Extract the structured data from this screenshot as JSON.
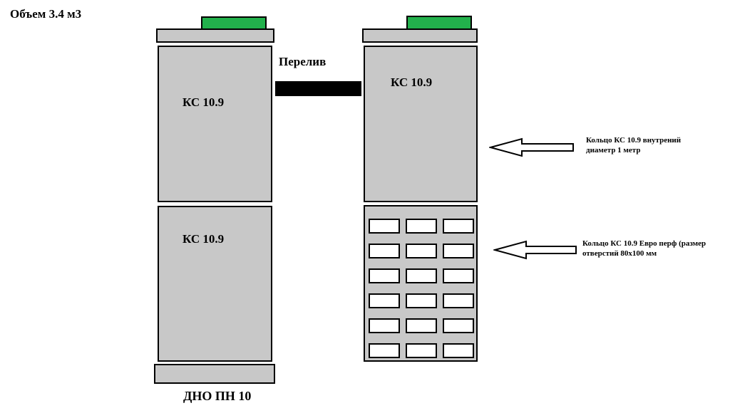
{
  "title": "Объем 3.4 м3",
  "overflow_label": "Перелив",
  "bottom_label": "ДНО ПН 10",
  "left_well": {
    "ring_top_label": "КС 10.9",
    "ring_bottom_label": "КС 10.9"
  },
  "right_well": {
    "ring_top_label": "КС 10.9",
    "perforated_holes": 18
  },
  "notes": {
    "ring_note": "Кольцо КС 10.9 внутрений диаметр 1 метр",
    "perf_note": "Кольцо КС 10.9 Евро перф (размер отверстий 80х100 мм"
  },
  "colors": {
    "ring_fill": "#c8c8c8",
    "hatch_fill": "#22b14c",
    "pipe": "#000000"
  }
}
